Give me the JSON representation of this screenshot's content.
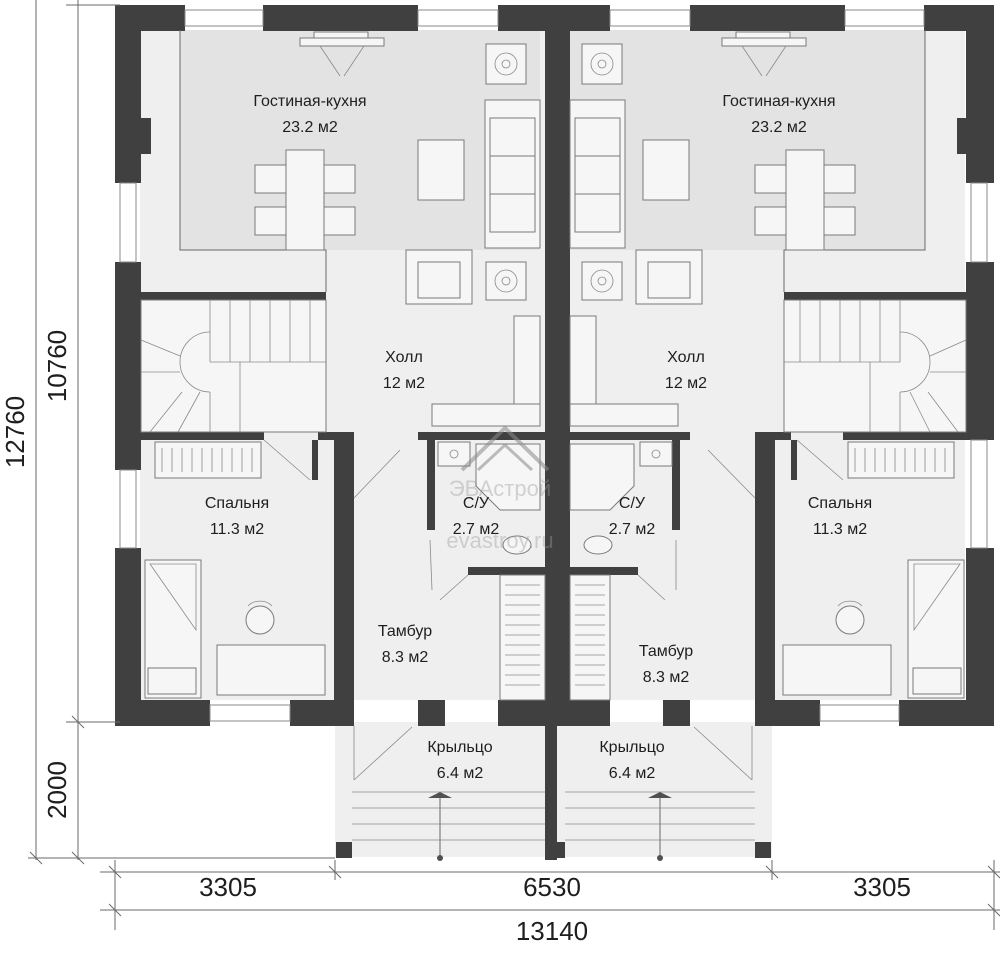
{
  "rooms": {
    "living_left": {
      "name": "Гостиная-кухня",
      "area": "23.2 м2"
    },
    "living_right": {
      "name": "Гостиная-кухня",
      "area": "23.2 м2"
    },
    "hall_left": {
      "name": "Холл",
      "area": "12 м2"
    },
    "hall_right": {
      "name": "Холл",
      "area": "12 м2"
    },
    "bedroom_left": {
      "name": "Спальня",
      "area": "11.3  м2"
    },
    "bedroom_right": {
      "name": "Спальня",
      "area": "11.3  м2"
    },
    "bath_left": {
      "name": "С/У",
      "area": "2.7 м2"
    },
    "bath_right": {
      "name": "С/У",
      "area": "2.7 м2"
    },
    "vestibule_left": {
      "name": "Тамбур",
      "area": "8.3  м2"
    },
    "vestibule_right": {
      "name": "Тамбур",
      "area": "8.3  м2"
    },
    "porch_left": {
      "name": "Крыльцо",
      "area": "6.4  м2"
    },
    "porch_right": {
      "name": "Крыльцо",
      "area": "6.4  м2"
    }
  },
  "dimensions": {
    "bottom_left": "3305",
    "bottom_center": "6530",
    "bottom_right": "3305",
    "bottom_total": "13140",
    "left_main": "10760",
    "left_total": "12760",
    "left_porch": "2000"
  },
  "watermark": {
    "brand": "ЭВАстрой",
    "site": "evastroy.ru"
  },
  "colors": {
    "wall": "#404040",
    "floor": "#efefef",
    "line": "#6a6a6a"
  }
}
